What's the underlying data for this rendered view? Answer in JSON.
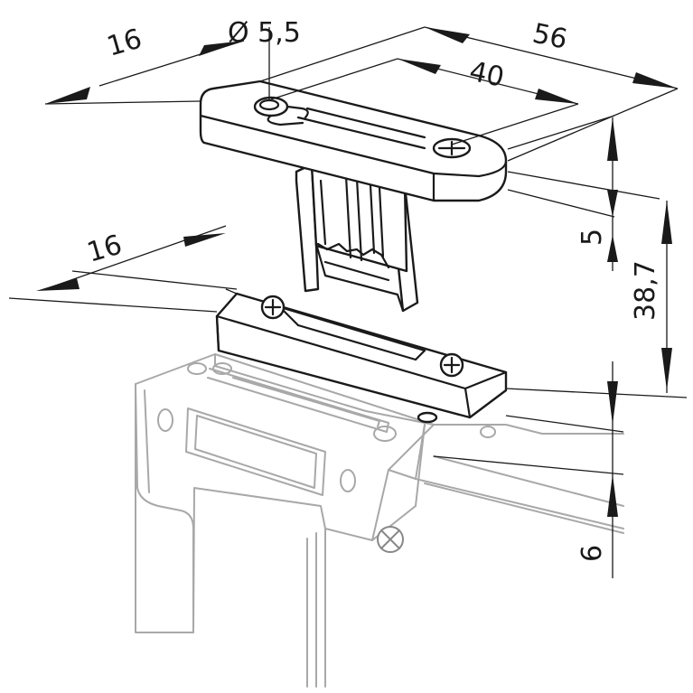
{
  "dimensions": {
    "hole_diameter": "Ø 5,5",
    "offset_top": "16",
    "total_length": "56",
    "hole_spacing": "40",
    "plate_thickness": "5",
    "overall_height": "38,7",
    "offset_bottom": "16",
    "gap": "6"
  },
  "colors": {
    "ink": "#1a1a1a",
    "ghost": "#a8a8a8",
    "background": "#ffffff"
  }
}
